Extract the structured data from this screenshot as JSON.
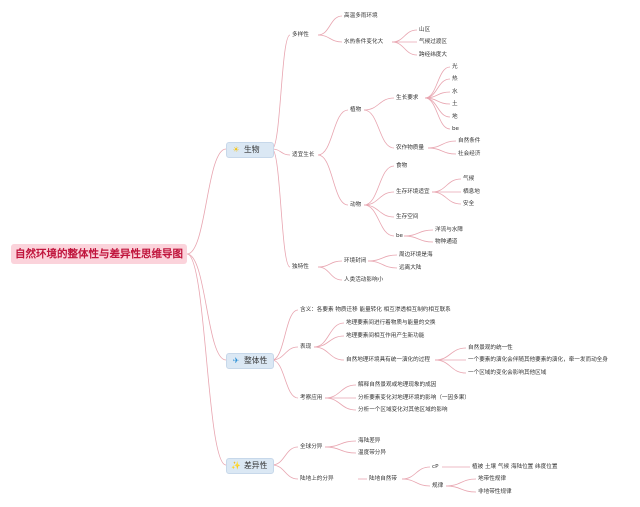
{
  "root": {
    "title": "自然环境的整体性与差异性思维导图"
  },
  "sections": {
    "bio": {
      "label": "生物",
      "icon": "sun-icon",
      "icon_char": "☀",
      "icon_color": "#f5c518"
    },
    "whole": {
      "label": "整体性",
      "icon": "paper-plane-icon",
      "icon_char": "✈",
      "icon_color": "#2a8fd6"
    },
    "diff": {
      "label": "差异性",
      "icon": "sparkles-icon",
      "icon_char": "✨",
      "icon_color": "#e0533d"
    }
  },
  "bio": {
    "diversity": "多样性",
    "diversity_a": "高温多雨环境",
    "diversity_b": "水热条件变化大",
    "mountain": "山区",
    "climate_transition": "气候过渡区",
    "latitude_span": "跨经纬度大",
    "adaptive": "适宜生长",
    "plants": "植物",
    "growth_req": "生长要求",
    "light": "光",
    "heat": "热",
    "water": "水",
    "soil": "土",
    "land": "地",
    "be": "be",
    "crop_quality": "农作物质量",
    "natural_cond": "自然条件",
    "social_econ": "社会经济",
    "animals": "动物",
    "food": "食物",
    "habitat_suit": "生存环境适宜",
    "climate": "气候",
    "shelter": "栖息地",
    "safety": "安全",
    "living_space": "生存空间",
    "be2": "be",
    "ocean_land": "洋流与水障",
    "animal_passage": "物种通道",
    "uniqueness": "独特性",
    "env_closed": "环境封闭",
    "surrounded_sea": "周边环境是海",
    "far_continent": "远离大陆",
    "human_low": "人类活动影响小"
  },
  "whole": {
    "definition": "含义：各要素 物质迁移 能量转化 相互渗透相互制约相互联系",
    "expression": "表现",
    "exp_a": "地理要素间进行着物质与能量的交换",
    "exp_b": "地理要素间相互作用产生新功能",
    "exp_c": "自然地理环境具有统一演化的过程",
    "unity": "自然景观的统一性",
    "one_change": "一个要素的演化会伴随其他要素的演化，牵一发而动全身",
    "region_change": "一个区域的变化会影响其他区域",
    "application": "考察应用",
    "app_a": "解释自然景观或地理现象的成因",
    "app_b": "分析要素变化对地理环境的影响（一因多果）",
    "app_c": "分析一个区域变化对其他区域的影响"
  },
  "diff": {
    "global": "全球分异",
    "sea_land": "海陆差异",
    "temp_belt": "温度带分异",
    "on_land": "陆地上的分异",
    "land_zone": "陆地自然带",
    "cp": "cP",
    "factors": "植被 土壤 气候 海陆位置 纬度位置",
    "law": "规律",
    "zonal": "地带性规律",
    "azonal": "非地带性规律"
  }
}
